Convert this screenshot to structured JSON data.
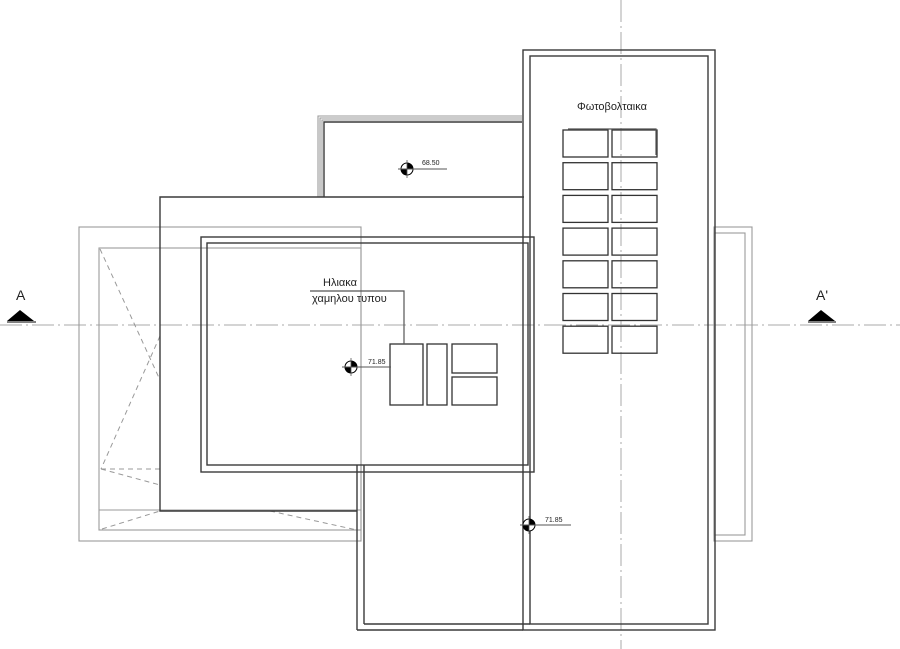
{
  "drawing": {
    "type": "roof plan",
    "section_marker_left": "A",
    "section_marker_right": "A'",
    "labels": {
      "photovoltaics": "Φωτοβολταικα",
      "solar_line1": "Ηλιακα",
      "solar_line2": "χαμηλου τυπου"
    },
    "levels": [
      {
        "id": "level-upper",
        "value": "68.50"
      },
      {
        "id": "level-middle",
        "value": "71.85"
      },
      {
        "id": "level-lower",
        "value": "71.85"
      }
    ],
    "pv_panels": {
      "rows": 7,
      "cols": 2
    },
    "solar_collectors": 4,
    "colors": {
      "line_dark": "#3a3a3a",
      "line_light": "#9a9a9a",
      "axis": "#aaaaaa",
      "background": "#ffffff"
    }
  }
}
